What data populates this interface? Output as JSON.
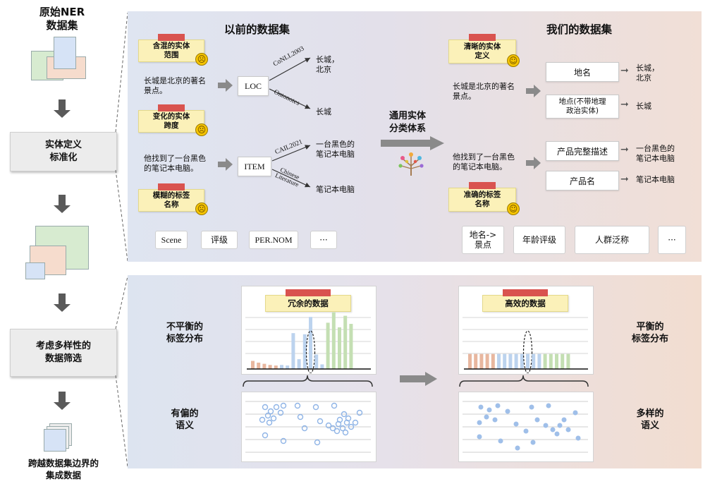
{
  "left": {
    "title": "原始NER\n数据集",
    "step1": "实体定义\n标准化",
    "step2": "考虑多样性的\n数据筛选",
    "bottom": "跨越数据集边界的\n集成数据"
  },
  "top": {
    "prev_title": "以前的数据集",
    "ours_title": "我们的数据集",
    "middle_label": "通用实体\n分类体系",
    "prev_notes": [
      {
        "label": "含混的实体\n范围",
        "face": "☹"
      },
      {
        "label": "变化的实体\n跨度",
        "face": "☹"
      },
      {
        "label": "模糊的标签\n名称",
        "face": "☹"
      }
    ],
    "ours_notes": [
      {
        "label": "清晰的实体\n定义",
        "face": "☺"
      },
      {
        "label": "准确的标签\n名称",
        "face": "☺"
      }
    ],
    "sentence1": "长城是北京的著名\n景点。",
    "sentence2": "他找到了一台黑色\n的笔记本电脑。",
    "prev_label_loc": "LOC",
    "prev_label_item": "ITEM",
    "src_conll": "CoNLL2003",
    "src_ontonotes": "Ontonotes",
    "src_cail": "CAIL2021",
    "src_chinese_lit": "Chinese\nLiterature",
    "out1": "长城，\n北京",
    "out2": "长城",
    "out3": "一台黑色的\n笔记本电脑",
    "out4": "笔记本电脑",
    "ours_sentence1": "长城是北京的著名\n景点。",
    "ours_sentence2": "他找到了一台黑色\n的笔记本电脑。",
    "ours_label1": "地名",
    "ours_label2": "地点(不带地理\n政治实体)",
    "ours_label3": "产品完整描述",
    "ours_label4": "产品名",
    "ours_out1": "长城，\n北京",
    "ours_out2": "长城",
    "ours_out3": "一台黑色的\n笔记本电脑",
    "ours_out4": "笔记本电脑",
    "prev_tags": [
      "Scene",
      "评级",
      "PER.NOM",
      "···"
    ],
    "ours_tags": [
      "地名->\n景点",
      "年龄评级",
      "人群泛称",
      "···"
    ]
  },
  "bottom": {
    "left_label_top": "不平衡的\n标签分布",
    "left_label_bot": "有偏的\n语义",
    "right_label_top": "平衡的\n标签分布",
    "right_label_bot": "多样的\n语义",
    "card_left": "冗余的数据",
    "card_right": "高效的数据"
  },
  "chart_data": [
    {
      "type": "bar",
      "title": "冗余的数据",
      "series": [
        {
          "color": "#e8b79f",
          "values": [
            0.14,
            0.11,
            0.09,
            0.07,
            0.06
          ]
        },
        {
          "color": "#bcd3ee",
          "values": [
            0.07,
            0.06,
            0.62,
            0.17,
            0.6,
            0.9,
            0.25,
            0.08
          ]
        },
        {
          "color": "#c4dfb3",
          "values": [
            0.8,
            0.98,
            0.72,
            0.92,
            0.78
          ]
        }
      ]
    },
    {
      "type": "bar",
      "title": "高效的数据",
      "series": [
        {
          "color": "#e8b79f",
          "values": [
            0.26,
            0.26,
            0.26,
            0.26,
            0.26
          ]
        },
        {
          "color": "#bcd3ee",
          "values": [
            0.26,
            0.26,
            0.26,
            0.26,
            0.26,
            0.26,
            0.26,
            0.26
          ]
        },
        {
          "color": "#c4dfb3",
          "values": [
            0.26,
            0.26,
            0.26,
            0.26,
            0.26
          ]
        }
      ]
    }
  ]
}
